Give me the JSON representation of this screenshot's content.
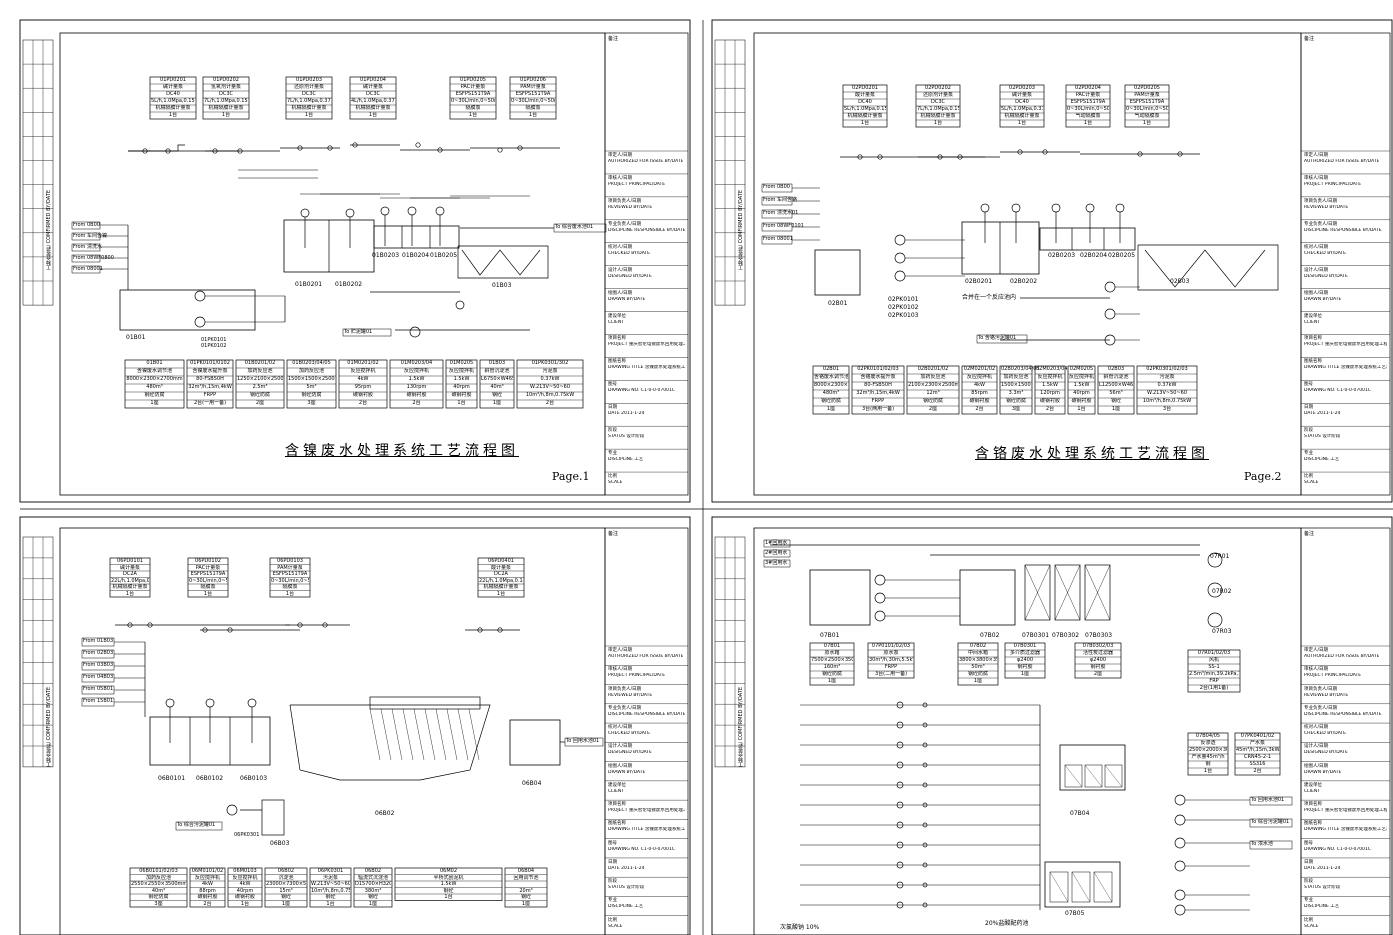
{
  "sheet1": {
    "title": "含镍废水处理系统工艺流程图",
    "page": "Page.1",
    "dosing": [
      {
        "id": "01PD0201",
        "lines": [
          "碱计量泵",
          "DC40",
          "5L/h,1.0Mpa,0.15kW",
          "机械隔膜计量泵",
          "1台"
        ]
      },
      {
        "id": "01PD0202",
        "lines": [
          "氢氧剂计量泵",
          "DC3C",
          "7L/h,1.0Mpa,0.15kW",
          "机械隔膜计量泵",
          "1台"
        ]
      },
      {
        "id": "01PD0203",
        "lines": [
          "还原剂计量泵",
          "DC3C",
          "7L/h,1.0Mpa,0.37kW",
          "机械隔膜计量泵",
          "1台"
        ]
      },
      {
        "id": "01PD0204",
        "lines": [
          "碱计量泵",
          "DC3C",
          "4L/h,1.0Mpa,0.37kW",
          "机械隔膜计量泵",
          "1台"
        ]
      },
      {
        "id": "01PD0205",
        "lines": [
          "PAC计量泵",
          "ESFPS151T9A",
          "0~30L/min,0~50m",
          "隔膜泵",
          "1台"
        ]
      },
      {
        "id": "01PD0206",
        "lines": [
          "PAM计量泵",
          "ESFPS151T9A",
          "0~30L/min,0~50m",
          "隔膜泵",
          "1台"
        ]
      }
    ],
    "sources": [
      "From 0B00",
      "From 车间含镍",
      "From 清洗水",
      "From 08WF0800",
      "From 08001"
    ],
    "tanks": [
      "01B01",
      "01B0201",
      "01B0202",
      "01B0203",
      "01B0204",
      "01B0205",
      "01B03"
    ],
    "pumps": [
      "01PK0101",
      "01PK0102"
    ],
    "outlets": [
      "To 贮泥罐01",
      "To 综合废水池01"
    ],
    "equipment": [
      {
        "id": "01B01",
        "lines": [
          "含镍废水调节池",
          "8000×2300×2700mm",
          "480m³",
          "钢砼防腐",
          "1座"
        ]
      },
      {
        "id": "01PK0101/0102",
        "lines": [
          "含镍废水提升泵",
          "80-FSB50H",
          "32m³/h,15m,4kW",
          "FRPP",
          "2台(一用一备)"
        ]
      },
      {
        "id": "01B0201/02",
        "lines": [
          "加药反应池",
          "1250×2100×2500mm",
          "2.5m³",
          "钢砼防腐",
          "2座"
        ]
      },
      {
        "id": "01B0203/04/05",
        "lines": [
          "加药反应池",
          "1500×1500×2500mm",
          "5m³",
          "钢砼防腐",
          "3座"
        ]
      },
      {
        "id": "01M0201/02",
        "lines": [
          "反应搅拌机",
          "4kW",
          "95rpm",
          "碳钢衬胶",
          "2台"
        ]
      },
      {
        "id": "01M0203/04",
        "lines": [
          "反应搅拌机",
          "1.5kW",
          "130rpm",
          "碳钢衬胶",
          "2台"
        ]
      },
      {
        "id": "01M0205",
        "lines": [
          "反应搅拌机",
          "1.5kW",
          "40rpm",
          "碳钢衬胶",
          "1台"
        ]
      },
      {
        "id": "01B03",
        "lines": [
          "斜管沉淀池",
          "L6750×W4650",
          "40m³",
          "钢砼",
          "1座"
        ]
      },
      {
        "id": "01PK0301/302",
        "lines": [
          "污泥泵",
          "0.37kW",
          "W.213V~50~60",
          "10m³/h,8m,0.75kW",
          "2台"
        ]
      }
    ]
  },
  "sheet2": {
    "title": "含铬废水处理系统工艺流程图",
    "page": "Page.2",
    "note": "合并在一个反应池内",
    "dosing": [
      {
        "id": "02PD0201",
        "lines": [
          "酸计量泵",
          "DC40",
          "5L/h,1.0Mpa,0.15kW",
          "机械隔膜计量泵",
          "1台"
        ]
      },
      {
        "id": "02PD0202",
        "lines": [
          "还原剂计量泵",
          "DC3C",
          "7L/h,1.0Mpa,0.15kW",
          "机械隔膜计量泵",
          "1台"
        ]
      },
      {
        "id": "02PD0203",
        "lines": [
          "碱计量泵",
          "DC40",
          "5L/h,1.0Mpa,0.37kW",
          "机械隔膜计量泵",
          "1台"
        ]
      },
      {
        "id": "02PD0204",
        "lines": [
          "PAC计量泵",
          "ESFPS151T9A",
          "0~30L/min,0~50m",
          "气动隔膜泵",
          "1台"
        ]
      },
      {
        "id": "02PD0205",
        "lines": [
          "PAM计量泵",
          "ESFPS151T9A",
          "0~30L/min,0~50m",
          "气动隔膜泵",
          "1台"
        ]
      }
    ],
    "sources": [
      "From 0B00",
      "From 车间含铬",
      "From 漂洗水01",
      "From 08WF0101",
      "From 08001"
    ],
    "tanks": [
      "02B01",
      "02B0201",
      "02B0202",
      "02B0203",
      "02B0204",
      "02B0205",
      "02B03"
    ],
    "pumps": [
      "02PK0101",
      "02PK0102",
      "02PK0103"
    ],
    "outlets": [
      "To 含铬污泥罐01"
    ],
    "equipment": [
      {
        "id": "02B01",
        "lines": [
          "含铬废水调节池",
          "8000×2300×2700mm",
          "480m³",
          "钢砼防腐",
          "1座"
        ]
      },
      {
        "id": "02PK0101/02/03",
        "lines": [
          "含铬废水提升泵",
          "80-FSB50H",
          "32m³/h,15m,4kW",
          "FRPP",
          "3台(两用一备)"
        ]
      },
      {
        "id": "02B0201/02",
        "lines": [
          "加药反应池",
          "2100×2300×2500mm",
          "12m³",
          "钢砼防腐",
          "2座"
        ]
      },
      {
        "id": "02M0201/02",
        "lines": [
          "反应搅拌机",
          "4kW",
          "85rpm",
          "碳钢衬胶",
          "2台"
        ]
      },
      {
        "id": "02B0203/04/05",
        "lines": [
          "加药反应池",
          "1500×1500×2500mm",
          "3.3m³",
          "钢砼防腐",
          "3座"
        ]
      },
      {
        "id": "02M0203/04",
        "lines": [
          "反应搅拌机",
          "1.5kW",
          "120rpm",
          "碳钢衬胶",
          "2台"
        ]
      },
      {
        "id": "02M0205",
        "lines": [
          "反应搅拌机",
          "1.5kW",
          "40rpm",
          "碳钢衬胶",
          "1台"
        ]
      },
      {
        "id": "02B03",
        "lines": [
          "斜管沉淀池",
          "L12500×W4650",
          "56m³",
          "钢砼",
          "1座"
        ]
      },
      {
        "id": "02PK0301/02/03",
        "lines": [
          "污泥泵",
          "0.37kW",
          "W.213V~50~60",
          "10m³/h,8m,0.75kW",
          "3台"
        ]
      }
    ]
  },
  "sheet3": {
    "dosing": [
      {
        "id": "06PD0101",
        "lines": [
          "碱计量泵",
          "DC2A",
          "22L/h,1.0Mpa,0.15kW",
          "机械隔膜计量泵",
          "1台"
        ]
      },
      {
        "id": "06PD0102",
        "lines": [
          "PAC计量泵",
          "ESFPS151T9A",
          "0~30L/min,0~50m",
          "隔膜泵",
          "1台"
        ]
      },
      {
        "id": "06PD0103",
        "lines": [
          "PAM计量泵",
          "ESFPS151T9A",
          "0~30L/min,0~50m",
          "隔膜泵",
          "1台"
        ]
      },
      {
        "id": "06PD0401",
        "lines": [
          "酸计量泵",
          "DC2A",
          "22L/h,1.0Mpa,0.15kW",
          "机械隔膜计量泵",
          "1台"
        ]
      }
    ],
    "sources": [
      "From 01B03",
      "From 02B03",
      "From 03B03",
      "From 04B03",
      "From 05B01",
      "From 15B01"
    ],
    "tanks": [
      "06B0101",
      "06B0102",
      "06B0103",
      "06B02",
      "06B03",
      "06B04"
    ],
    "pumps": [
      "06PK0301"
    ],
    "outlets": [
      "To 回用水池01",
      "To 综合污泥罐01"
    ],
    "equipment": [
      {
        "id": "06B0101/02/03",
        "lines": [
          "加药反应池",
          "2550×2550×3500mm",
          "40m³",
          "钢砼防腐",
          "3座"
        ]
      },
      {
        "id": "06M0101/02",
        "lines": [
          "反应搅拌机",
          "4kW",
          "88rpm",
          "碳钢衬胶",
          "2台"
        ]
      },
      {
        "id": "06M0103",
        "lines": [
          "反应搅拌机",
          "4kW",
          "40rpm",
          "碳钢衬胶",
          "1台"
        ]
      },
      {
        "id": "06B02",
        "lines": [
          "沉淀池",
          "23000×7300×5000mm",
          "15m³",
          "钢砼",
          "1座"
        ]
      },
      {
        "id": "06PK0301",
        "lines": [
          "污泥泵",
          "W.213V~50~60",
          "10m³/h,8m,0.75kW",
          "钢砼",
          "1台"
        ]
      },
      {
        "id": "06B02",
        "lines": [
          "辐流式沉淀池",
          "D15700×H3200mm",
          "380m³",
          "钢砼",
          "1座"
        ]
      },
      {
        "id": "06M02",
        "lines": [
          "半桥式刮泥机",
          "1.5kW",
          "钢砼",
          "1台"
        ]
      },
      {
        "id": "06B04",
        "lines": [
          "回用调节池",
          "",
          "20m³",
          "钢砼",
          "1座"
        ]
      }
    ]
  },
  "sheet4": {
    "title": "",
    "tanks": [
      "07B01",
      "07B02",
      "07B0301",
      "07B0302",
      "07B0303",
      "07B04",
      "07B05",
      "07R01",
      "07R02",
      "07R03"
    ],
    "sources": [
      "1#回用水",
      "2#回用水",
      "3#回用水"
    ],
    "notes": [
      "次氯酸钠 10%",
      "20%盐酸配药池"
    ],
    "outlets": [
      "To 回用水池01",
      "To 综合污泥罐01",
      "To 浓水池"
    ],
    "equipment": [
      {
        "id": "07B01",
        "lines": [
          "原水箱",
          "7500×2500×3500mm",
          "160m³",
          "钢砼防腐",
          "1座"
        ]
      },
      {
        "id": "07P0101/02/03",
        "lines": [
          "原水泵",
          "30m³/h,30m,5.5kW",
          "FRPP",
          "3台(二用一备)"
        ]
      },
      {
        "id": "07B02",
        "lines": [
          "中间水箱",
          "3800×3800×3500mm",
          "50m³",
          "钢砼防腐",
          "1座"
        ]
      },
      {
        "id": "07B0301",
        "lines": [
          "多介质过滤器",
          "φ2400",
          "钢衬胶",
          "1座"
        ]
      },
      {
        "id": "07B0302/03",
        "lines": [
          "活性炭过滤器",
          "φ2400",
          "钢衬胶",
          "2座"
        ]
      },
      {
        "id": "07R01/02/03",
        "lines": [
          "风机",
          "SS-1",
          "2.5m³/min,39.2kPa,11kW",
          "FRP",
          "2台(1用1备)"
        ]
      },
      {
        "id": "07B04/05",
        "lines": [
          "反渗透",
          "2500×2000×3000mm",
          "产水量45m³/h",
          "钢",
          "1台"
        ]
      },
      {
        "id": "07PK0401/02",
        "lines": [
          "产水泵",
          "45m³/h,15m,3kW",
          "CRN45-2-1",
          "SS316",
          "2台"
        ]
      }
    ]
  },
  "titleblock": {
    "rows": [
      {
        "cn": "审定人/日期",
        "en": "AUTHORIZED FOR ISSUE BY/DATE"
      },
      {
        "cn": "审核人/日期",
        "en": "PROJECT PRINCIPAL/DATE"
      },
      {
        "cn": "项目负责人/日期",
        "en": "REVIEWED BY/DATE"
      },
      {
        "cn": "专业负责人/日期",
        "en": "DISCIPLINE RESPONSIBLE BY/DATE"
      },
      {
        "cn": "校对人/日期",
        "en": "CHECKED BY/DATE"
      },
      {
        "cn": "设计人/日期",
        "en": "DESIGNED BY/DATE"
      },
      {
        "cn": "绘图人/日期",
        "en": "DRAWN BY/DATE"
      },
      {
        "cn": "建设单位",
        "en": "CLIENT"
      },
      {
        "cn": "项目名称",
        "en": "PROJECT 重庆智伦电镀废水回用处理工程"
      },
      {
        "cn": "图纸名称",
        "en": "DRAWING TITLE 含镍废水处理系统工艺流程图"
      },
      {
        "cn": "图号",
        "en": "DRAWING NO. C1-0-0-07001C"
      },
      {
        "cn": "日期",
        "en": "DATE 2011-1-24"
      },
      {
        "cn": "阶段",
        "en": "STATUS 设计阶段"
      },
      {
        "cn": "专业",
        "en": "DISCIPLINE 工艺"
      },
      {
        "cn": "比例",
        "en": "SCALE"
      }
    ],
    "remark": "备注",
    "side_stamp": "工种会签栏 COMFIRMED BY/DATE"
  }
}
